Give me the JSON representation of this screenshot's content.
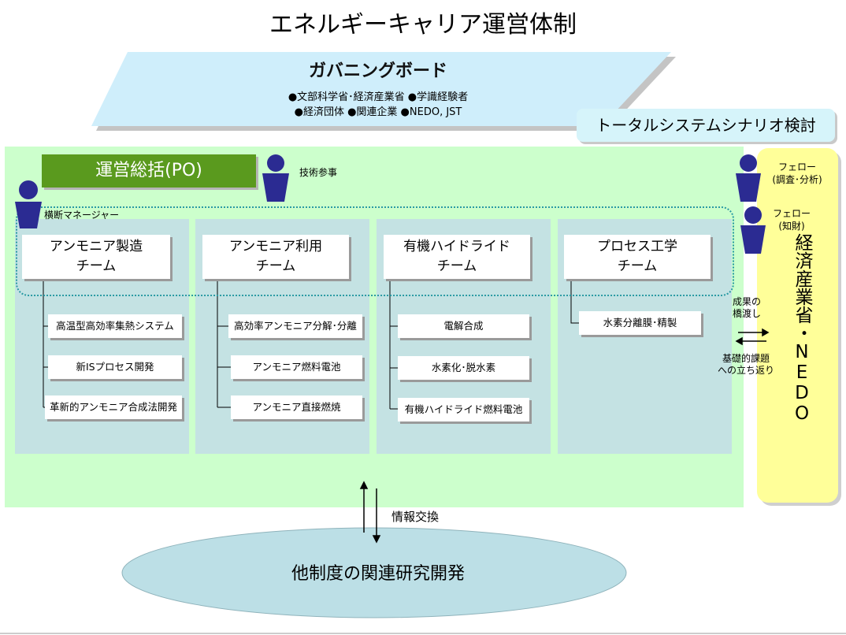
{
  "title": "エネルギーキャリア運営体制",
  "governing_board": {
    "title": "ガバニングボード",
    "line1": "●文部科学省･経済産業省 ●学識経験者",
    "line2": "●経済団体 ●関連企業 ●NEDO, JST"
  },
  "scenario_box": "トータルシステムシナリオ検討",
  "po_box": "運営総括(PO)",
  "tech_advisor": "技術参事",
  "cross_manager": "横断マネージャー",
  "fellow1": {
    "line1": "フェロー",
    "line2": "(調査･分析)"
  },
  "fellow2": {
    "line1": "フェロー",
    "line2": "(知財)"
  },
  "ministry": "経済産業省・NEDO",
  "bridge_top": {
    "line1": "成果の",
    "line2": "橋渡し"
  },
  "bridge_bottom": {
    "line1": "基礎的課題",
    "line2": "への立ち返り"
  },
  "info_exchange": "情報交換",
  "related_rd": "他制度の関連研究開発",
  "teams": [
    {
      "line1": "アンモニア製造",
      "line2": "チーム",
      "items": [
        "高温型高効率集熱システム",
        "新ISプロセス開発",
        "革新的アンモニア合成法開発"
      ]
    },
    {
      "line1": "アンモニア利用",
      "line2": "チーム",
      "items": [
        "高効率アンモニア分解･分離",
        "アンモニア燃料電池",
        "アンモニア直接燃焼"
      ]
    },
    {
      "line1": "有機ハイドライド",
      "line2": "チーム",
      "items": [
        "電解合成",
        "水素化･脱水素",
        "有機ハイドライド燃料電池"
      ]
    },
    {
      "line1": "プロセス工学",
      "line2": "チーム",
      "items": [
        "水素分離膜･精製"
      ]
    }
  ],
  "colors": {
    "board_fill": "#cfeefb",
    "green_panel": "#ccffcc",
    "yellow_panel": "#ffff99",
    "po_fill": "#5a9a1e",
    "column_fill": "#c4e2e3",
    "person_icon": "#2b2b92",
    "ellipse_fill": "#bcdfe6"
  }
}
